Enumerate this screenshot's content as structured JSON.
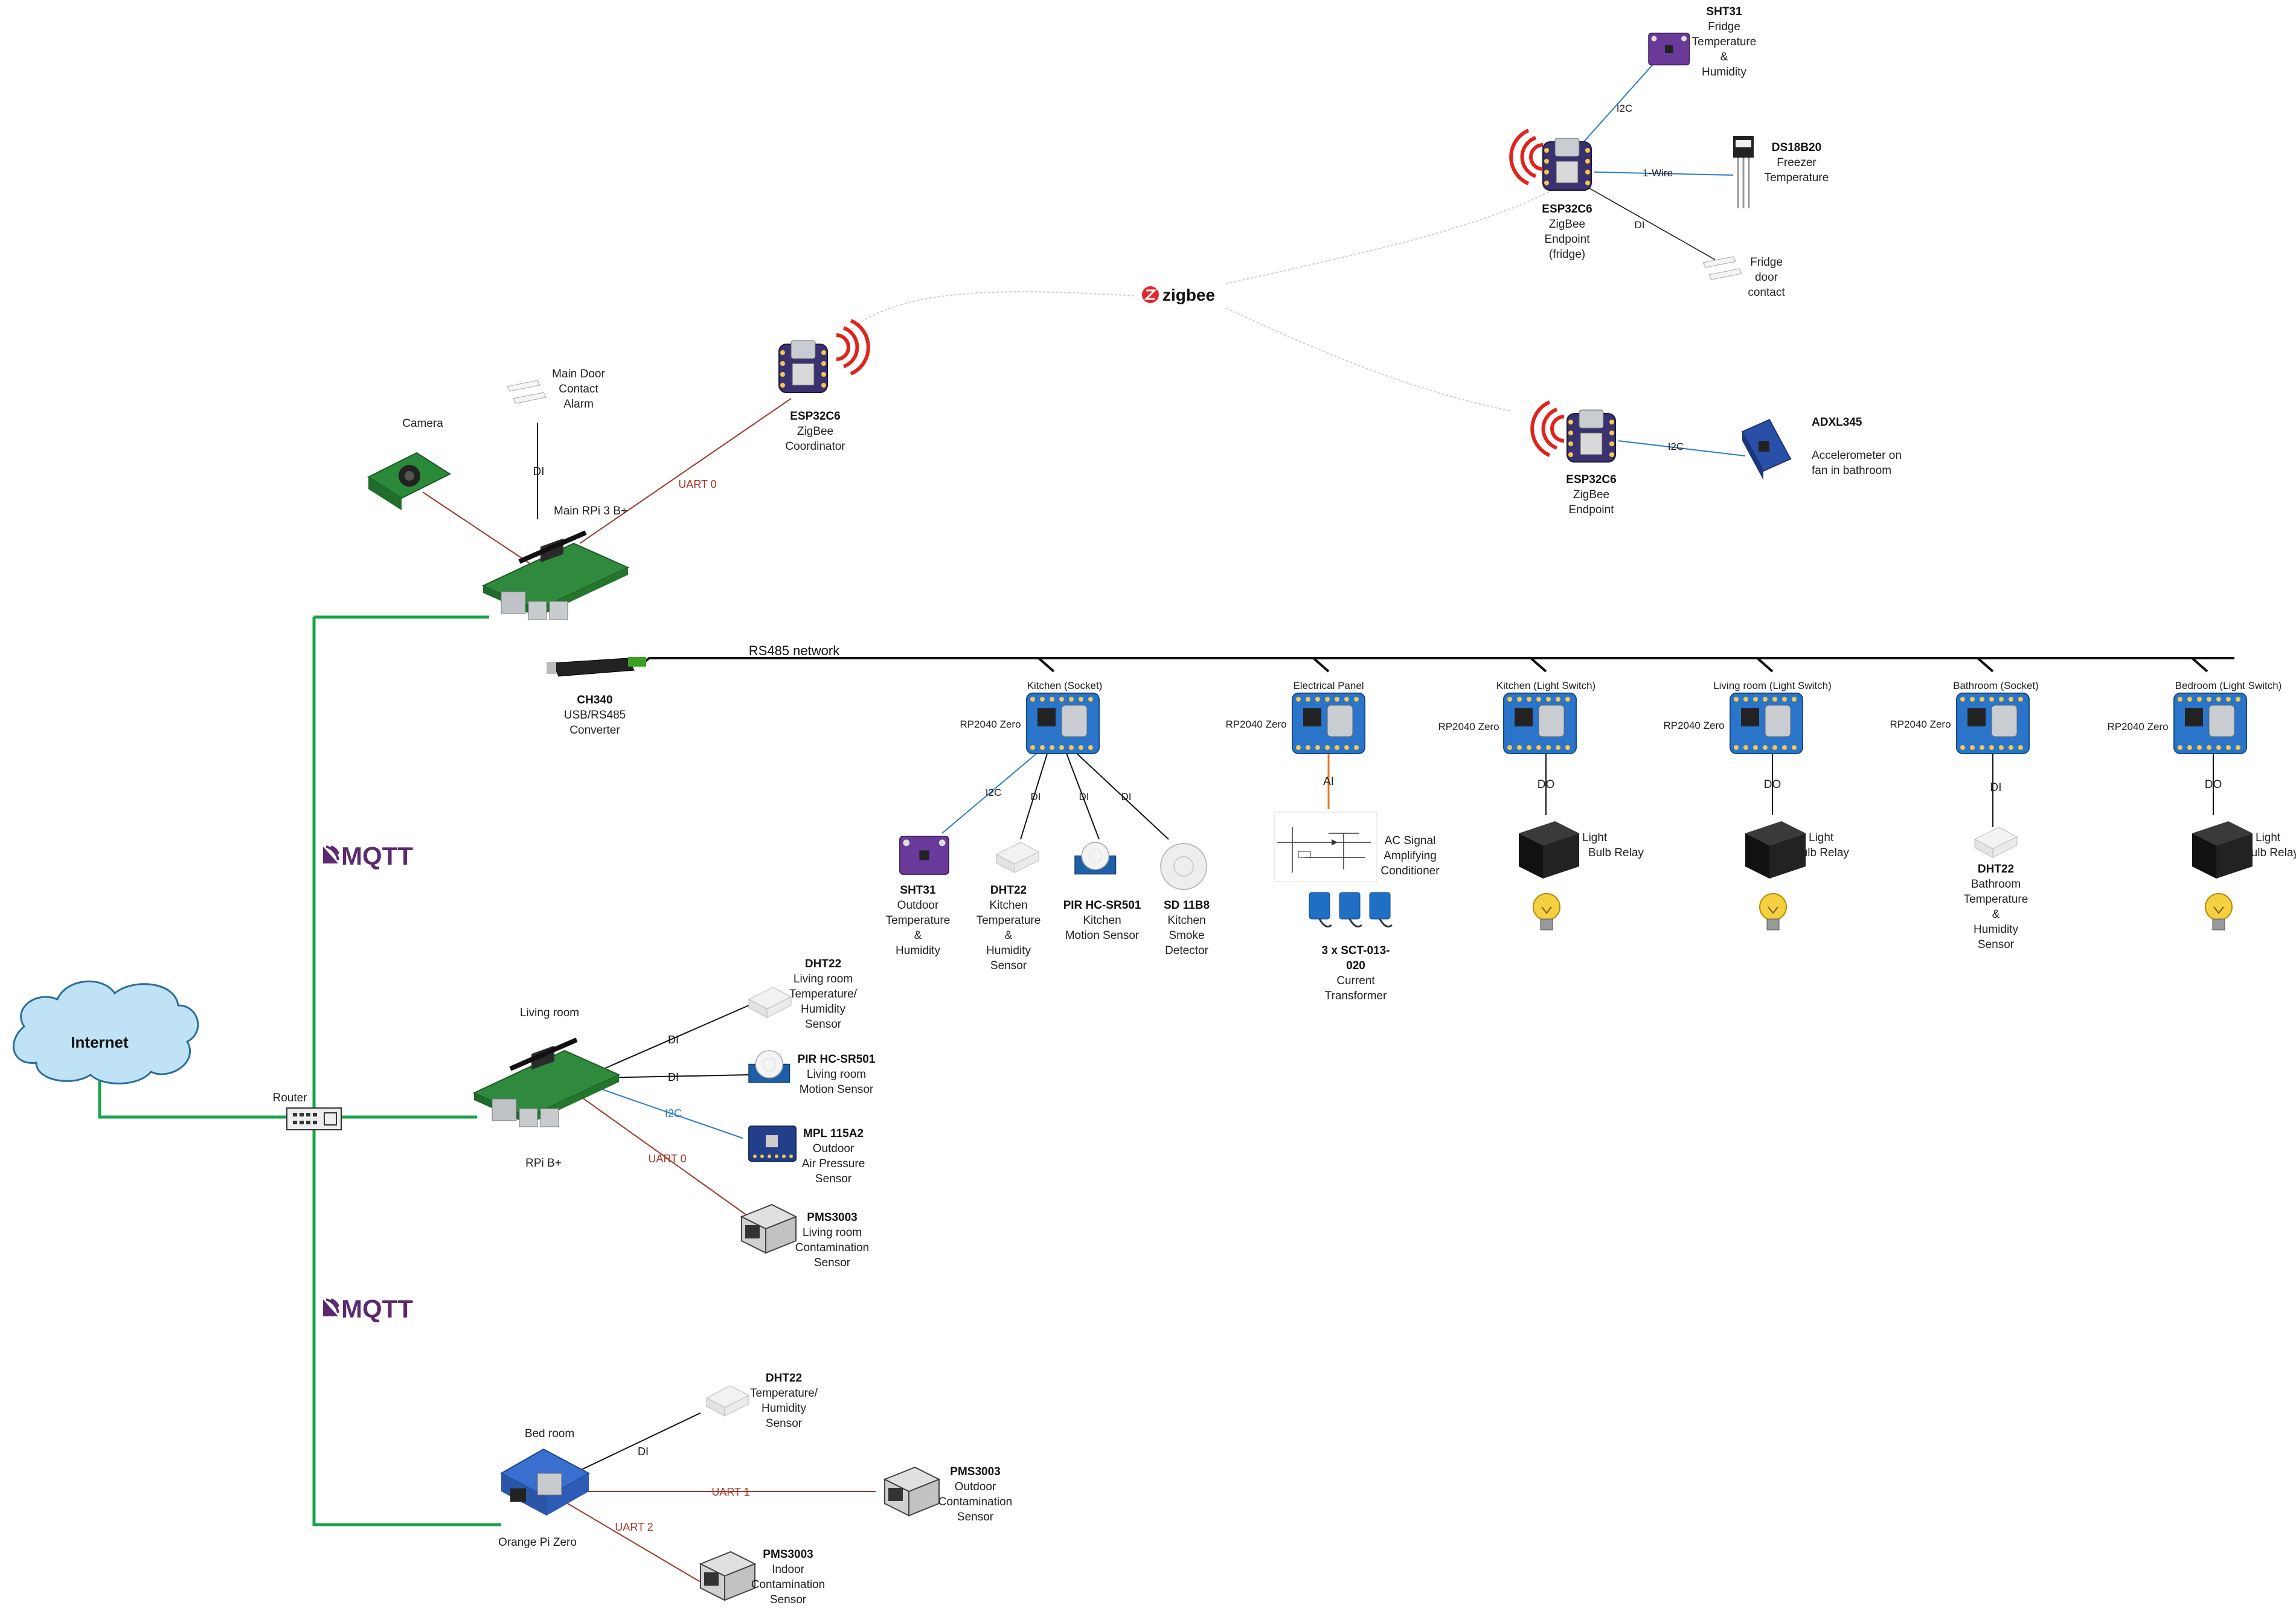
{
  "diagram": {
    "internet": "Internet",
    "router": "Router",
    "mqtt_top": "MQTT",
    "mqtt_bottom": "MQTT",
    "zigbee": "zigbee",
    "rs485_network": "RS485 network",
    "camera": "Camera",
    "main_door": [
      "Main Door",
      "Contact",
      "Alarm"
    ],
    "main_rpi": "Main RPi 3 B+",
    "di_door": "DI",
    "uart0_coord": "UART 0",
    "coordinator": {
      "title": "ESP32C6",
      "lines": [
        "ZigBee",
        "Coordinator"
      ]
    },
    "fridge_endpoint": {
      "title": "ESP32C6",
      "lines": [
        "ZigBee",
        "Endpoint",
        "(fridge)"
      ]
    },
    "fridge_sht31": {
      "title": "SHT31",
      "lines": [
        "Fridge",
        "Temperature",
        "&",
        "Humidity"
      ]
    },
    "ds18b20": {
      "title": "DS18B20",
      "lines": [
        "Freezer",
        "Temperature"
      ]
    },
    "fridge_door": [
      "Fridge",
      "door",
      "contact"
    ],
    "i2c_fridge": "I2C",
    "onewire": "1-Wire",
    "di_fridge": "DI",
    "bath_endpoint": {
      "title": "ESP32C6",
      "lines": [
        "ZigBee",
        "Endpoint"
      ]
    },
    "adxl": {
      "title": "ADXL345",
      "lines": [
        "Accelerometer  on",
        "fan in bathroom"
      ]
    },
    "i2c_adxl": "I2C",
    "ch340": {
      "title": "CH340",
      "lines": [
        "USB/RS485",
        "Converter"
      ]
    },
    "rp2040_label": "RP2040 Zero",
    "nodes": [
      {
        "location": "Kitchen (Socket)"
      },
      {
        "location": "Electrical Panel"
      },
      {
        "location": "Kitchen (Light Switch)"
      },
      {
        "location": "Living room (Light Switch)"
      },
      {
        "location": "Bathroom (Socket)"
      },
      {
        "location": "Bedroom (Light Switch)"
      }
    ],
    "kitchen_sensors": [
      {
        "title": "SHT31",
        "lines": [
          "Outdoor",
          "Temperature",
          "&",
          "Humidity"
        ],
        "bus": "I2C"
      },
      {
        "title": "DHT22",
        "lines": [
          "Kitchen",
          "Temperature",
          "&",
          "Humidity",
          "Sensor"
        ],
        "bus": "DI"
      },
      {
        "title": "PIR HC-SR501",
        "lines": [
          "Kitchen",
          "Motion Sensor"
        ],
        "bus": "DI"
      },
      {
        "title": "SD 11B8",
        "lines": [
          "Kitchen",
          "Smoke",
          "Detector"
        ],
        "bus": "DI"
      }
    ],
    "ai_label": "AI",
    "ac_conditioner": [
      "AC Signal",
      "Amplifying",
      "Conditioner"
    ],
    "sct": {
      "title": [
        "3 x SCT-013-",
        "020"
      ],
      "lines": [
        "Current",
        "Transformer"
      ]
    },
    "do_label": "DO",
    "relay_label": [
      "Light",
      "Bulb Relay"
    ],
    "bath_dht": {
      "title": "DHT22",
      "lines": [
        "Bathroom",
        "Temperature",
        "&",
        "Humidity",
        "Sensor"
      ],
      "bus": "DI"
    },
    "living_room": "Living room",
    "rpi_bplus": "RPi B+",
    "living_sensors": [
      {
        "title": "DHT22",
        "lines": [
          "Living room",
          "Temperature/",
          "Humidity",
          "Sensor"
        ],
        "bus": "DI"
      },
      {
        "title": "PIR HC-SR501",
        "lines": [
          "Living room",
          "Motion Sensor"
        ],
        "bus": "DI"
      },
      {
        "title": "MPL 115A2",
        "lines": [
          "Outdoor",
          "Air Pressure",
          "Sensor"
        ],
        "bus": "I2C"
      },
      {
        "title": "PMS3003",
        "lines": [
          "Living room",
          "Contamination",
          "Sensor"
        ],
        "bus": "UART 0"
      }
    ],
    "bed_room": "Bed room",
    "orange_pi": "Orange Pi Zero",
    "bed_sensors": [
      {
        "title": "DHT22",
        "lines": [
          "Temperature/",
          "Humidity",
          "Sensor"
        ],
        "bus": "DI"
      },
      {
        "title": "PMS3003",
        "lines": [
          "Outdoor",
          "Contamination",
          "Sensor"
        ],
        "bus": "UART 1"
      },
      {
        "title": "PMS3003",
        "lines": [
          "Indoor",
          "Contamination",
          "Sensor"
        ],
        "bus": "UART 2"
      }
    ]
  },
  "colors": {
    "ethernet": "#1aa34a",
    "uart": "#a0392a",
    "i2c": "#2b7cc9",
    "rs485": "#111111",
    "zigbee_link": "#cfcfcf",
    "ai": "#e07b20",
    "mqtt": "#5b2a6e",
    "board_green": "#3a9a4a",
    "rp2040_blue": "#2a74c9",
    "xiao_purple": "#3a3170"
  }
}
